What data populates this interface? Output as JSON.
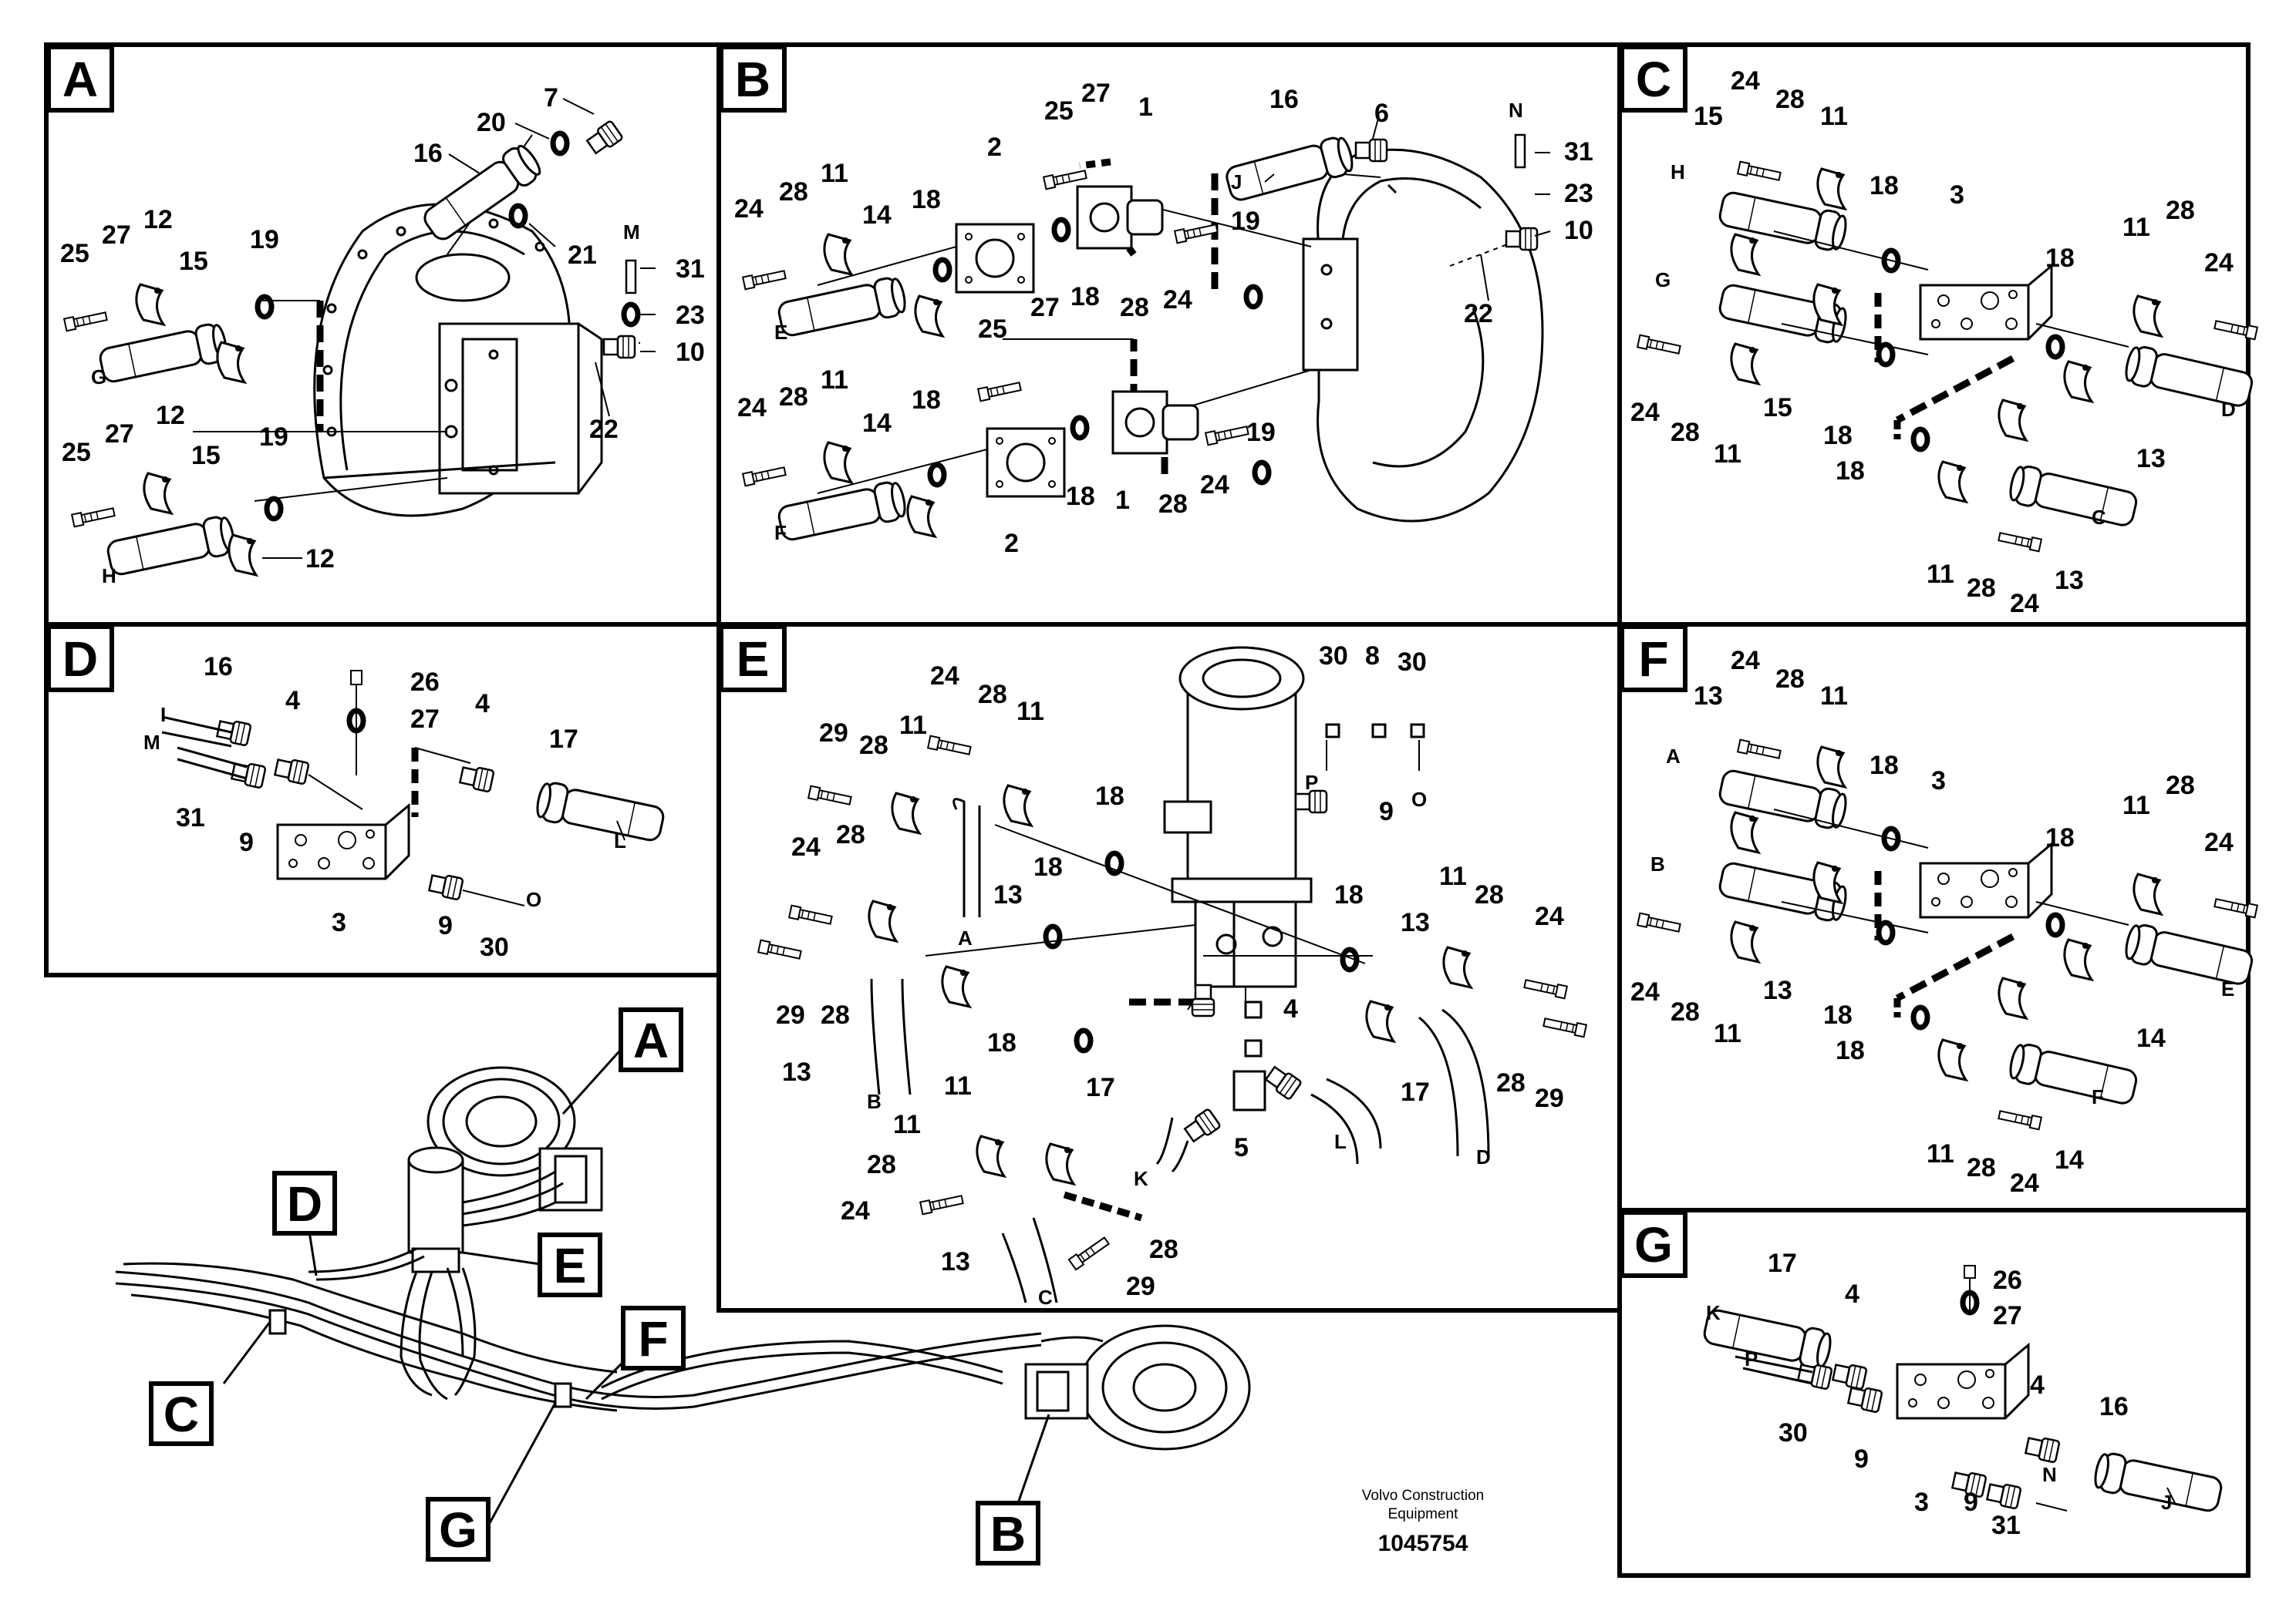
{
  "panels": {
    "A": {
      "letter": "A",
      "labels": [
        "7",
        "20",
        "16",
        "21",
        "12",
        "27",
        "25",
        "15",
        "19",
        "M",
        "31",
        "23",
        "10",
        "G",
        "12",
        "27",
        "25",
        "15",
        "19",
        "22",
        "H",
        "12"
      ]
    },
    "B": {
      "letter": "B",
      "labels": [
        "27",
        "25",
        "1",
        "16",
        "6",
        "N",
        "31",
        "2",
        "11",
        "28",
        "24",
        "18",
        "14",
        "E",
        "18",
        "28",
        "24",
        "19",
        "23",
        "10",
        "22",
        "J",
        "27",
        "25",
        "11",
        "28",
        "24",
        "18",
        "14",
        "F",
        "2",
        "18",
        "1",
        "28",
        "24",
        "19"
      ]
    },
    "C": {
      "letter": "C",
      "labels": [
        "24",
        "28",
        "11",
        "15",
        "H",
        "18",
        "3",
        "11",
        "28",
        "24",
        "18",
        "G",
        "15",
        "24",
        "28",
        "11",
        "18",
        "13",
        "D",
        "18",
        "11",
        "28",
        "24",
        "13",
        "C"
      ]
    },
    "D": {
      "letter": "D",
      "labels": [
        "16",
        "26",
        "I",
        "M",
        "4",
        "27",
        "4",
        "17",
        "31",
        "9",
        "3",
        "9",
        "30",
        "L",
        "O"
      ]
    },
    "E": {
      "letter": "E",
      "labels": [
        "30",
        "8",
        "30",
        "24",
        "28",
        "11",
        "29",
        "28",
        "11",
        "18",
        "P",
        "9",
        "O",
        "24",
        "28",
        "13",
        "A",
        "18",
        "18",
        "11",
        "28",
        "24",
        "13",
        "29",
        "28",
        "13",
        "B",
        "11",
        "4",
        "18",
        "17",
        "17",
        "5",
        "K",
        "L",
        "28",
        "29",
        "D",
        "11",
        "28",
        "24",
        "13",
        "C",
        "28",
        "29"
      ]
    },
    "F": {
      "letter": "F",
      "labels": [
        "24",
        "28",
        "11",
        "13",
        "A",
        "18",
        "3",
        "28",
        "11",
        "24",
        "18",
        "B",
        "24",
        "28",
        "11",
        "13",
        "18",
        "E",
        "14",
        "18",
        "11",
        "28",
        "24",
        "14",
        "F"
      ]
    },
    "G": {
      "letter": "G",
      "labels": [
        "26",
        "17",
        "K",
        "27",
        "4",
        "P",
        "30",
        "9",
        "3",
        "9",
        "31",
        "4",
        "16",
        "N",
        "J"
      ]
    }
  },
  "overview": {
    "callouts": [
      "A",
      "D",
      "E",
      "C",
      "F",
      "G",
      "B"
    ]
  },
  "footer": {
    "company": "Volvo Construction",
    "company_line2": "Equipment",
    "drawing_number": "1045754"
  }
}
